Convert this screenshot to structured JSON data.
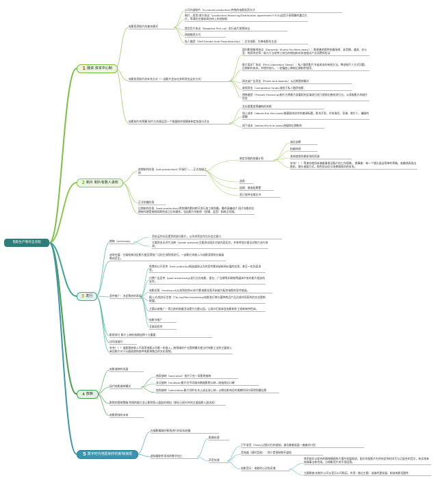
{
  "root": {
    "label": "电影生产制作全流程"
  },
  "colors": {
    "branch_1": "#7ac142",
    "branch_2": "#8cc84b",
    "branch_3": "#3aa88a",
    "branch_4": "#43a046",
    "branch_5": "#3b95b0",
    "root": "#2f7d7b"
  },
  "b1": {
    "num": "1",
    "label": "融资 资本中心制",
    "s1": {
      "label": "电影投资制片的基本模式",
      "items": [
        "公司内部制片（In-house production)传统的电影投资方式",
        "制片—投资/发行协议（production-financing/Distribution agreement P-F/D)适用于高预算的重点大片，等满往往接收高估待上的控制权",
        "提货负片协议（Negative Pick-up）发行或片前预协议",
        "网络融资方式",
        "私人融资（Self-funded Sole Proprietorship）：文艺电影、先锋电影的主选"
      ]
    },
    "s2": {
      "label": "电影投资制片的补充方式（一部影片会存在多种资金运作方式）",
      "items": [
        "国内影视基地协议（Domestic Studio Facilities deals）：影视基地提供拍摄场地、录音棚、道具、办公室、物资供应等；助力于当地劳工岗位的增加和对其他相关产业消费的拉动",
        "影片类印厂协议（Film Laboratory Deals）：私人融资影片节省成本的有效方法。降低制片人方式问题、后期制作成本。并提供发行。一定幅度上降制后期制作程序。",
        "网文或广告资金（Prizes and Awards）从后期营销模式",
        "收视资金（completion funds)流程于私人融资电影",
        "预售融资（Presale Financing)制片方将影片部著权的区域发行权于提前出售给发行方。从获取影片的制片资金"
      ]
    },
    "s3": {
      "label": "电影制片的预算 制片方合理运用一个根据制作规模来制定各部分开支",
      "items": [
        "文化要素类预编制的宾格",
        "线上成本（above-the-line-costs)故意剧本创作的基调标题。影本开发、付给演员、导演、制片人、编剧的薪酬",
        "线下成本（below-the-line-costs)拍摄和后期制作"
      ]
    }
  },
  "b2": {
    "num": "2",
    "label": "制片 制片有数人承权",
    "s1": {
      "label": "前期制作阶段（pre-production)\"开绿灯\"——正式拍摄之前",
      "sub": {
        "label": "制定详细的拍摄计划",
        "items": [
          "演员选聘",
          "拍摄场地",
          "其他使用阵期安排的资源",
          "补充！！！等演合使用体演着事保证影片的工作规律。 换事着：每一个镜头面出简单的草稿。准确地表现出影机、镜头调度方式。角色的动位与场景情境间的关系。"
        ]
      },
      "items": [
        "选角",
        "组建、建造配景置",
        "签订各种法律文书"
      ]
    },
    "s2": {
      "label": "正式拍摄阶段"
    },
    "s3": {
      "label": "后期制作阶段（post-production)将剪辑的素材转开发行加工做到最。最终录编成片 段片电影的后期制作就是按照前期完成之后的操作。包括影片的制作（剪辑、混音）和跨正间隔。"
    }
  },
  "b3": {
    "num": "3",
    "label": "发行",
    "s1": {
      "label": "期映（previews)",
      "items": [
        "资金运作社区提资的部分影片，以寻求资金作为社会注意力",
        "主题资金无评片法映（sneak preview)主要测试现实对放内容反应，并参考观众意见对影片进行修改。"
      ]
    },
    "s2": {
      "label": "选举估值：分级结果决定影片能否得到广泛的主流院线发行，一部影片的收入与电影获得的分级级数成反比。"
    },
    "s3": {
      "label": "宣传推广：决定票房的表现",
      "items": [
        "免费的公开宣传（free publicity)制造媒体认为的宣传素材或新闻价值的信息，甚至一些负面消息。",
        "付费广告宣传（paid advertising)发行方在电影、报台、广告牌等印刷物等媒体中发布影片相关的宣传。",
        "电影花絮（making of)从拍到拍到90年代影电影花絮开始被为配合电影的宣传使选。",
        "植入式/相关衍生物（Tie-ins/Merchandising)电影发行商与著种商品产品达成共同获利的文化营销联盟。",
        "主题以前推广：得之前的前摄活动提为主题公园，让观众们准体会电影制作工程新神特色体。",
        "电影节推广",
        "互联网宣传"
      ]
    },
    "s4": {
      "label": "影院发行 影片上映的档期选择十分重要"
    },
    "s5": {
      "label": "详同流放行"
    },
    "s6": {
      "label": "补充！！！电影票房收入不再是电影公司唯一的收入，跨领域的产业营销模式使当代电影工业的主要收入来自影片对于衍据驱使和各种电影周数品的文化营销。"
    }
  },
  "b4": {
    "num": "4",
    "label": "放映",
    "s1": {
      "label": "电影放映的发展"
    },
    "s2": {
      "label": "现代电影放映模式",
      "items": [
        "独家放映（exclusive）首片只在一家影院放映",
        "多点放映（multiple)影片在不同城市数据影院公映—制造舆论口碑",
        "饱和放映（saturation)影片同时在本土或全球上映—以期在影响设的潮期时间内获得到最佳票"
      ]
    },
    "s3": {
      "label": "影院的营销策略 院线的影片会让影院投入超起的增加（想长已经对共的主要观察入面进发）"
    },
    "s4": {
      "label": "电影院线的未来"
    }
  },
  "b5": {
    "num": "5",
    "label": "数字时代电影制作的新特演现",
    "s1": {
      "label": "在摄影耀城外影地进行的实际拍摄"
    },
    "s2": {
      "label": "虚拟摄制作而成的数字加工",
      "a": {
        "label": "影像处理"
      },
      "b": {
        "label": "声音处理",
        "items": [
          "只平录音（Foley)过股对白的录制。演员着着画面一遍遍对口型",
          "音效器（随时音效）：除少是营制和开道程",
          "电影音乐：电影的心灵和灵魂"
        ],
        "music_items": [
          "原声配乐以配合的情绪情图所片情节发展叙述，配乐作配影片在所给定的时间写与之配合的音乐，有实地有效情事业和完成。分辨影用片的不用段落。",
          "主题歌曲:由制片公司从音乐公司购买。作用：推出主题、该故的更发展、制造电影话题性"
        ]
      }
    }
  }
}
